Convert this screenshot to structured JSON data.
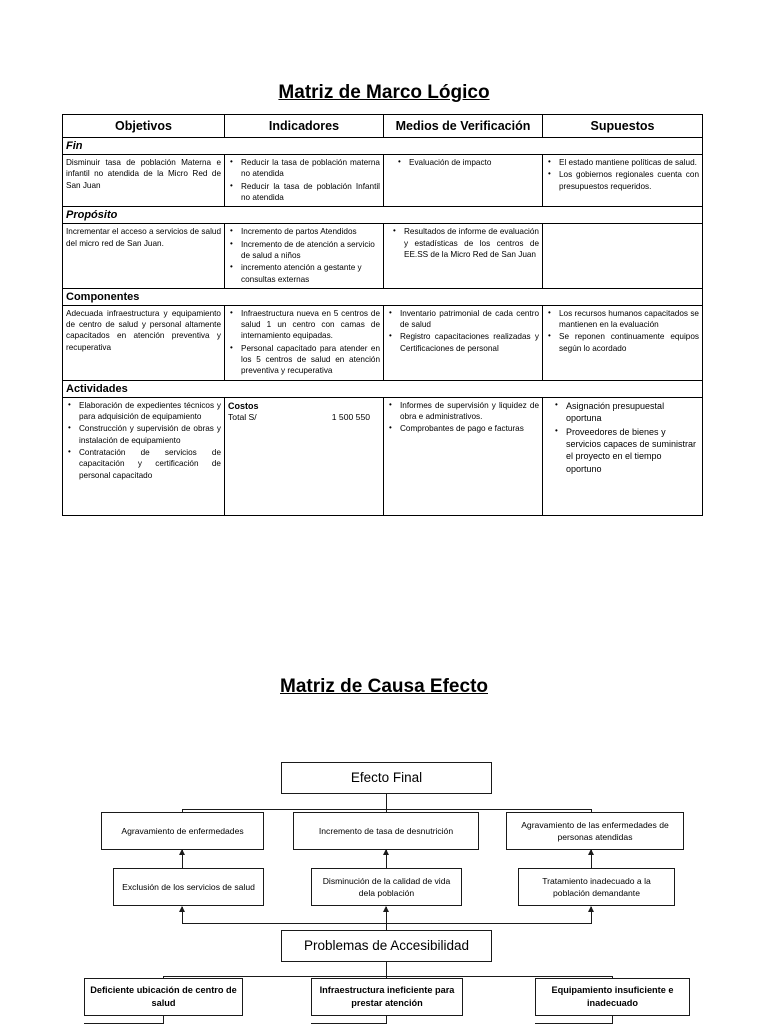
{
  "document": {
    "section1_title": "Matriz de Marco Lógico",
    "section2_title": "Matriz de Causa Efecto"
  },
  "matrix": {
    "headers": [
      "Objetivos",
      "Indicadores",
      "Medios de Verificación",
      "Supuestos"
    ],
    "sections": [
      {
        "label": "Fin",
        "style": "bold-italic",
        "objetivos": "Disminuir tasa de población Materna e infantil no atendida de la Micro Red de San Juan",
        "indicadores": [
          "Reducir la tasa de población materna no atendida",
          "Reducir la tasa de población Infantil no atendida"
        ],
        "medios": [
          "Evaluación de impacto"
        ],
        "supuestos": [
          "El estado mantiene políticas de salud.",
          "Los gobiernos regionales cuenta con presupuestos requeridos."
        ]
      },
      {
        "label": "Propósito",
        "style": "bold-italic",
        "objetivos": "Incrementar el acceso a servicios de salud del micro red de San Juan.",
        "indicadores": [
          "Incremento de partos Atendidos",
          "Incremento de de atención a servicio de salud a niños",
          "incremento atención a gestante y consultas externas"
        ],
        "medios": [
          "Resultados de informe de evaluación y estadísticas de los centros de EE.SS de la Micro Red de San Juan"
        ],
        "supuestos": []
      },
      {
        "label": "Componentes",
        "style": "bold",
        "objetivos": "Adecuada infraestructura y equipamiento de centro de salud y personal altamente capacitados en atención preventiva y recuperativa",
        "indicadores": [
          "Infraestructura nueva en 5 centros de salud 1 un centro con camas de internamiento equipadas.",
          "Personal capacitado para atender en los 5 centros de salud en atención preventiva y recuperativa"
        ],
        "medios": [
          "Inventario patrimonial de cada centro de salud",
          "Registro capacitaciones realizadas y Certificaciones de personal"
        ],
        "supuestos": [
          "Los recursos humanos capacitados se mantienen en la evaluación",
          "Se reponen continuamente equipos según lo acordado"
        ]
      },
      {
        "label": "Actividades",
        "style": "bold",
        "objetivos": [
          "Elaboración de expedientes técnicos y para adquisición de equipamiento",
          "Construcción y supervisión de obras y instalación de equipamiento",
          "Contratación de servicios de capacitación y certificación de personal capacitado"
        ],
        "costos": {
          "title": "Costos",
          "label": "Total S/",
          "amount": "1 500 550"
        },
        "medios": [
          "Informes de supervisión y liquidez de obra e administrativos.",
          "Comprobantes de pago e facturas"
        ],
        "supuestos": [
          "Asignación presupuestal oportuna",
          "Proveedores de bienes y servicios capaces de suministrar el proyecto en el tiempo oportuno"
        ]
      }
    ]
  },
  "diagram": {
    "root": "Efecto Final",
    "effects": [
      "Agravamiento de enfermedades",
      "Incremento de tasa de desnutrición",
      "Agravamiento de las enfermedades de personas atendidas"
    ],
    "intermediates": [
      "Exclusión de los servicios de salud",
      "Disminución de la calidad de vida dela población",
      "Tratamiento inadecuado a la población demandante"
    ],
    "problem": "Problemas de Accesibilidad",
    "causes": [
      "Deficiente ubicación de centro de salud",
      "Infraestructura ineficiente para prestar atención",
      "Equipamiento insuficiente e inadecuado"
    ]
  }
}
